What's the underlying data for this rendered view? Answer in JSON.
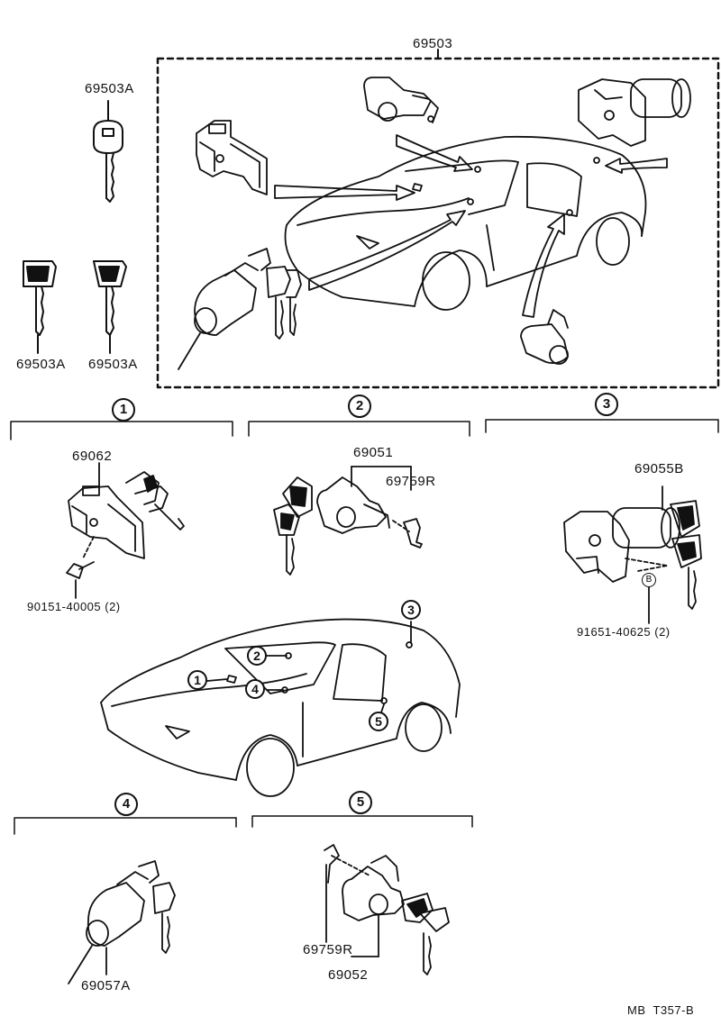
{
  "diagram": {
    "assembly_label": "69503",
    "key_labels": [
      "69503A",
      "69503A",
      "69503A"
    ],
    "sections": [
      {
        "number": "1",
        "parts": [
          "69062",
          "90151-40005 (2)"
        ]
      },
      {
        "number": "2",
        "parts": [
          "69051",
          "69759R"
        ]
      },
      {
        "number": "3",
        "parts": [
          "69055B",
          "91651-40625 (2)"
        ],
        "ref_mark": "B"
      },
      {
        "number": "4",
        "parts": [
          "69057A"
        ]
      },
      {
        "number": "5",
        "parts": [
          "69759R",
          "69052"
        ]
      }
    ],
    "car_callouts": [
      "1",
      "2",
      "3",
      "4",
      "5"
    ],
    "footer_code": "MB  T357-B"
  }
}
